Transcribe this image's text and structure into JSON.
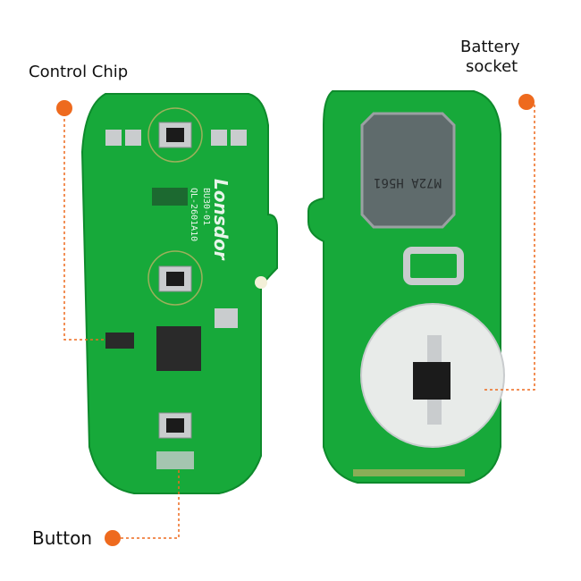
{
  "labels": {
    "control_chip": "Control Chip",
    "battery_socket_line1": "Battery",
    "battery_socket_line2": "socket",
    "button": "Button"
  },
  "board_marks": {
    "brand": "Lonsdor",
    "model1": "BU30-01",
    "model2": "QL-2601A10",
    "chip_mark": "M72A H561"
  },
  "colors": {
    "pcb": "#17a93a",
    "pcb_dark": "#0e8a2c",
    "accent": "#ee6a1e",
    "silver": "#c9ccce",
    "gold": "#d7b36a"
  }
}
